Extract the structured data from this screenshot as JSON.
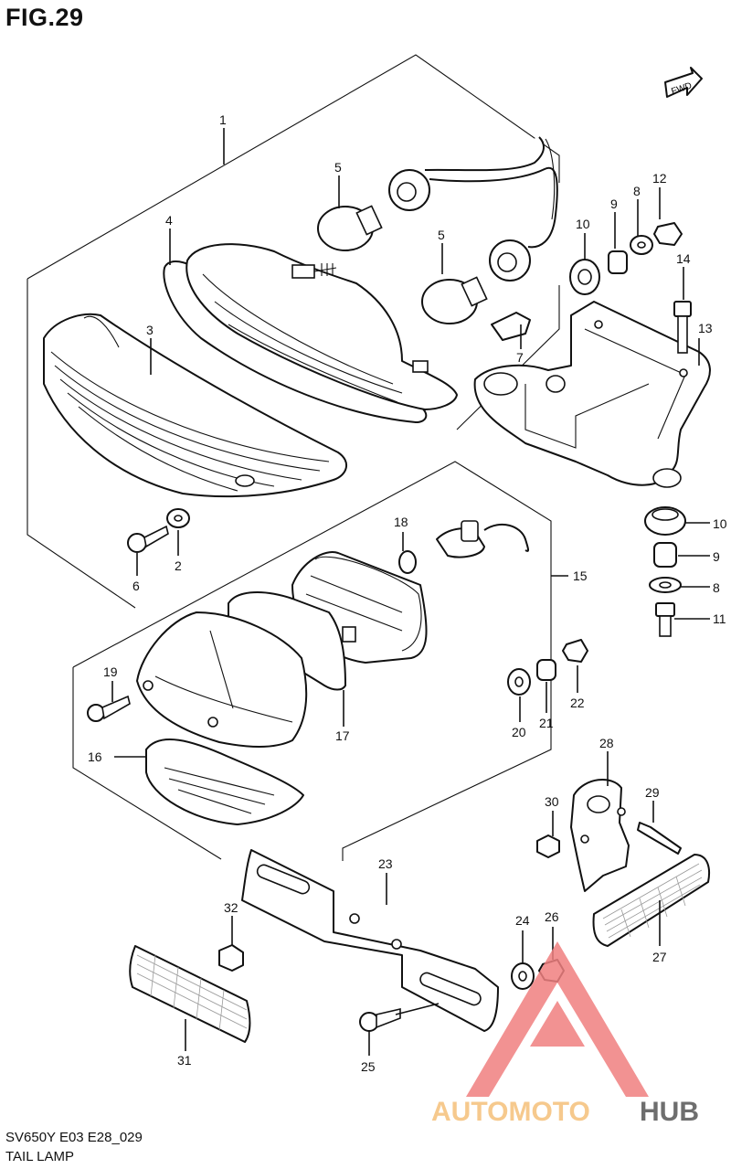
{
  "figure": {
    "title": "FIG.29",
    "model_code": "SV650Y E03 E28_029",
    "section_name": "TAIL LAMP",
    "direction_label": "FWD"
  },
  "callouts": [
    {
      "id": "c1",
      "label": "1"
    },
    {
      "id": "c2",
      "label": "2"
    },
    {
      "id": "c3",
      "label": "3"
    },
    {
      "id": "c4",
      "label": "4"
    },
    {
      "id": "c5a",
      "label": "5"
    },
    {
      "id": "c5b",
      "label": "5"
    },
    {
      "id": "c6",
      "label": "6"
    },
    {
      "id": "c7",
      "label": "7"
    },
    {
      "id": "c8a",
      "label": "8"
    },
    {
      "id": "c8b",
      "label": "8"
    },
    {
      "id": "c9a",
      "label": "9"
    },
    {
      "id": "c9b",
      "label": "9"
    },
    {
      "id": "c10a",
      "label": "10"
    },
    {
      "id": "c10b",
      "label": "10"
    },
    {
      "id": "c11",
      "label": "11"
    },
    {
      "id": "c12",
      "label": "12"
    },
    {
      "id": "c13",
      "label": "13"
    },
    {
      "id": "c14",
      "label": "14"
    },
    {
      "id": "c15",
      "label": "15"
    },
    {
      "id": "c16",
      "label": "16"
    },
    {
      "id": "c17",
      "label": "17"
    },
    {
      "id": "c18",
      "label": "18"
    },
    {
      "id": "c19",
      "label": "19"
    },
    {
      "id": "c20",
      "label": "20"
    },
    {
      "id": "c21",
      "label": "21"
    },
    {
      "id": "c22",
      "label": "22"
    },
    {
      "id": "c23",
      "label": "23"
    },
    {
      "id": "c24",
      "label": "24"
    },
    {
      "id": "c25",
      "label": "25"
    },
    {
      "id": "c26",
      "label": "26"
    },
    {
      "id": "c27",
      "label": "27"
    },
    {
      "id": "c28",
      "label": "28"
    },
    {
      "id": "c29",
      "label": "29"
    },
    {
      "id": "c30",
      "label": "30"
    },
    {
      "id": "c31",
      "label": "31"
    },
    {
      "id": "c32",
      "label": "32"
    }
  ],
  "watermark": {
    "text_left": "AUTOMOTO",
    "text_right": "HUB",
    "color_primary": "#f08080",
    "color_secondary": "#f5c07a",
    "color_dark": "#555555"
  }
}
